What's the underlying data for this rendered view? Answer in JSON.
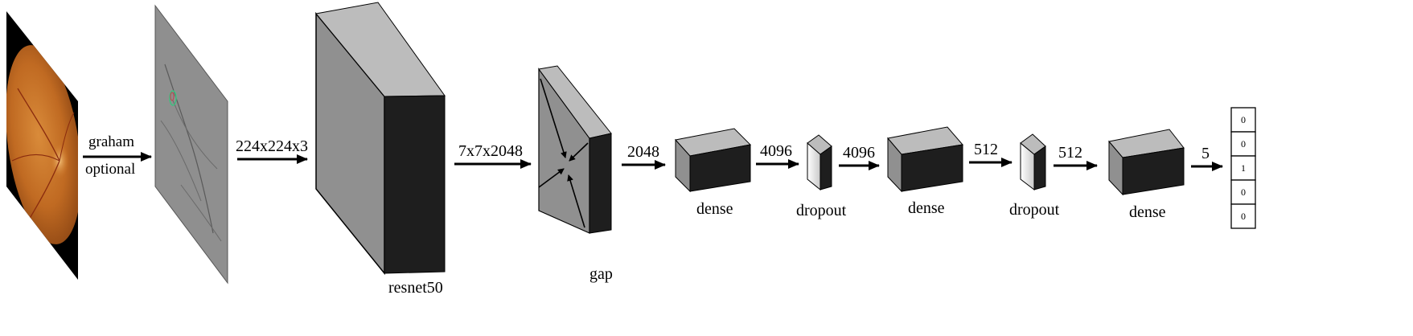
{
  "preprocess": {
    "line1": "graham",
    "line2": "optional"
  },
  "dims": {
    "input": "224x224x3",
    "resnet_out": "7x7x2048",
    "gap_out": "2048",
    "dense1_out": "4096",
    "dropout1_out": "4096",
    "dense2_out": "512",
    "dropout2_out": "512",
    "dense3_out": "5"
  },
  "layers": {
    "resnet": "resnet50",
    "gap": "gap",
    "dense1": "dense",
    "dropout1": "dropout",
    "dense2": "dense",
    "dropout2": "dropout",
    "dense3": "dense"
  },
  "output_vector": [
    "0",
    "0",
    "1",
    "0",
    "0"
  ]
}
